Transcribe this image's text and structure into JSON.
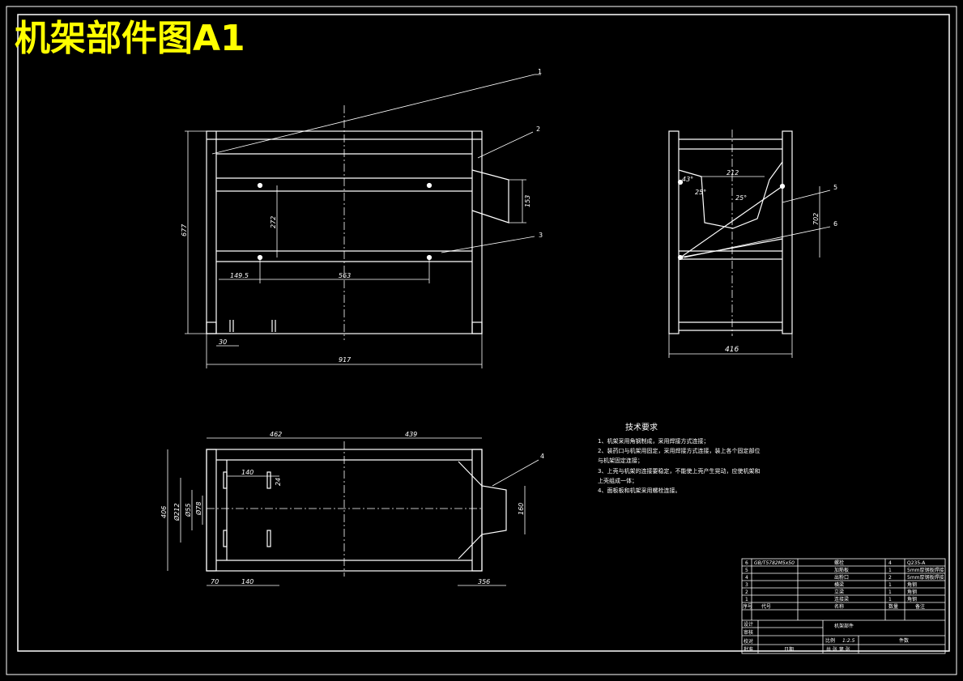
{
  "sheet": {
    "title": "机架部件图A1",
    "colors": {
      "background": "#000000",
      "line": "#ffffff",
      "title": "#ffff00"
    }
  },
  "front_view": {
    "balloons": [
      "1",
      "2",
      "3"
    ],
    "dims": {
      "height": "677",
      "total_width": "917",
      "leg": "30",
      "hole_spacing_v": "272",
      "offset": "149.5",
      "hole_spacing_h": "563",
      "bracket": "153"
    }
  },
  "side_view": {
    "balloons": [
      "5",
      "6"
    ],
    "dims": {
      "width": "416",
      "top_open": "212",
      "height": "702",
      "angle_a": "43°",
      "angle_b": "25°",
      "angle_c": "25°"
    }
  },
  "top_view": {
    "balloons": [
      "4"
    ],
    "dims": {
      "left_span": "462",
      "right_span": "439",
      "width": "406",
      "d212": "Ø212",
      "d55": "Ø55",
      "d78": "Ø78",
      "sp140a": "140",
      "sp140b": "140",
      "sp70": "70",
      "small": "24",
      "outlet": "160",
      "outlet_len": "356"
    }
  },
  "tech_requirements": {
    "heading": "技术要求",
    "items": [
      "1、机架采用角钢制成，采用焊接方式连接；",
      "2、装药口与机架用固定，采用焊接方式连接，装上各个固定部位",
      "与机架固定连接；",
      "3、上壳与机架的连接要稳定，不能使上壳产生晃动，应使机架和",
      "上壳组成一体；",
      "4、面板板和机架采用螺栓连接。"
    ]
  },
  "parts_list": {
    "rows": [
      {
        "no": "6",
        "code": "GB/T5782M5x50",
        "name": "螺栓",
        "qty": "4",
        "material": "Q235-A"
      },
      {
        "no": "5",
        "code": "",
        "name": "加筋板",
        "qty": "1",
        "material": "5mm厚钢板焊接"
      },
      {
        "no": "4",
        "code": "",
        "name": "出粉口",
        "qty": "2",
        "material": "5mm厚钢板焊接"
      },
      {
        "no": "3",
        "code": "",
        "name": "横梁",
        "qty": "1",
        "material": "角钢"
      },
      {
        "no": "2",
        "code": "",
        "name": "立梁",
        "qty": "1",
        "material": "角钢"
      },
      {
        "no": "1",
        "code": "",
        "name": "连接梁",
        "qty": "1",
        "material": "角钢"
      }
    ],
    "header": {
      "no": "序号",
      "code": "代号",
      "name": "名称",
      "qty": "数量",
      "material": "备注"
    }
  },
  "title_block": {
    "drawing_name": "机架部件",
    "scale_label": "比例",
    "scale": "1:2.5",
    "qty_label": "件数",
    "total_sheets": "共 张 第 张",
    "roles": [
      "设计",
      "审核",
      "校对",
      "批准"
    ],
    "date_label": "日期"
  }
}
